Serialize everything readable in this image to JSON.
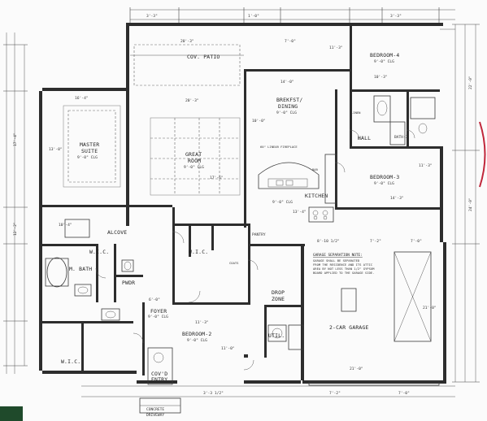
{
  "plan": {
    "rooms": {
      "cov_patio": "COV. PATIO",
      "bedroom4": "BEDROOM-4",
      "breakfast": "BREKFST/",
      "dining": "DINING",
      "master_suite_1": "MASTER",
      "master_suite_2": "SUITE",
      "great_room_1": "GREAT",
      "great_room_2": "ROOM",
      "kitchen": "KITCHEN",
      "bedroom3": "BEDROOM-3",
      "hall": "HALL",
      "bath3": "BATH-3",
      "m_bath": "M. BATH",
      "alcove": "ALCOVE",
      "wic_master": "W.I.C.",
      "wic2": "W.I.C.",
      "pwdr": "PWDR",
      "pantry": "PANTRY",
      "drop_zone_1": "DROP",
      "drop_zone_2": "ZONE",
      "util": "UTIL.",
      "foyer": "FOYER",
      "bedroom2": "BEDROOM-2",
      "garage": "2-CAR GARAGE",
      "wic_bed2": "W.I.C.",
      "covd_entry_1": "COV'D",
      "covd_entry_2": "ENTRY",
      "concrete_1": "CONCRETE",
      "concrete_2": "DRIVEWAY"
    },
    "ceilings": {
      "master": "9'-0\" CLG",
      "great": "9'-0\" CLG",
      "bed4": "9'-0\" CLG",
      "bed3": "9'-0\" CLG",
      "bed2": "9'-0\" CLG",
      "foyer": "9'-0\" CLG",
      "breakfast": "9'-0\" CLG",
      "kitchen": "9'-0\" CLG"
    },
    "dimensions": {
      "patio_width": "20'-3\"",
      "patio_depth": "7'-0\"",
      "top_right": "3'-3\"",
      "bed4_width": "10'-3\"",
      "bed4_depth": "11'-3\"",
      "breakfast_w": "14'-0\"",
      "breakfast_d": "10'-0\"",
      "master_w": "16'-4\"",
      "master_d": "13'-0\"",
      "great_w": "20'-3\"",
      "great_d": "17'-6\"",
      "kitchen_d": "13'-4\"",
      "bed3_w": "14'-3\"",
      "bed3_d": "11'-3\"",
      "m_bath_w": "10'-4\"",
      "foyer_w": "6'-0\"",
      "bed2_w": "11'-3\"",
      "bed2_d": "11'-0\"",
      "garage_w": "21'-0\"",
      "garage_d": "21'-0\"",
      "side_left_1": "17'-4\"",
      "side_left_2": "12'-2\"",
      "side_right_1": "22'-0\"",
      "side_right_2": "24'-0\"",
      "bottom_1": "3'-3 1/2\"",
      "bottom_2": "7'-2\"",
      "bottom_3": "7'-0\"",
      "garage_top_1": "8'-10 1/2\"",
      "garage_top_2": "7'-2\"",
      "garage_top_3": "7'-0\"",
      "top_1": "3'-3\"",
      "top_2": "1'-0\""
    },
    "garage_note": {
      "title": "GARAGE SEPARATION NOTE:",
      "l1": "GARAGE SHALL BE SEPARATED",
      "l2": "FROM THE RESIDENCE AND ITS ATTIC",
      "l3": "AREA BY NOT LESS THAN 1/2\" GYPSUM",
      "l4": "BOARD APPLIED TO THE GARAGE SIDE."
    },
    "labels": {
      "wall_detail": "60\" LINEAR FIREPLACE",
      "bar": "BAR",
      "linen": "LINEN",
      "coats": "COATS"
    }
  }
}
